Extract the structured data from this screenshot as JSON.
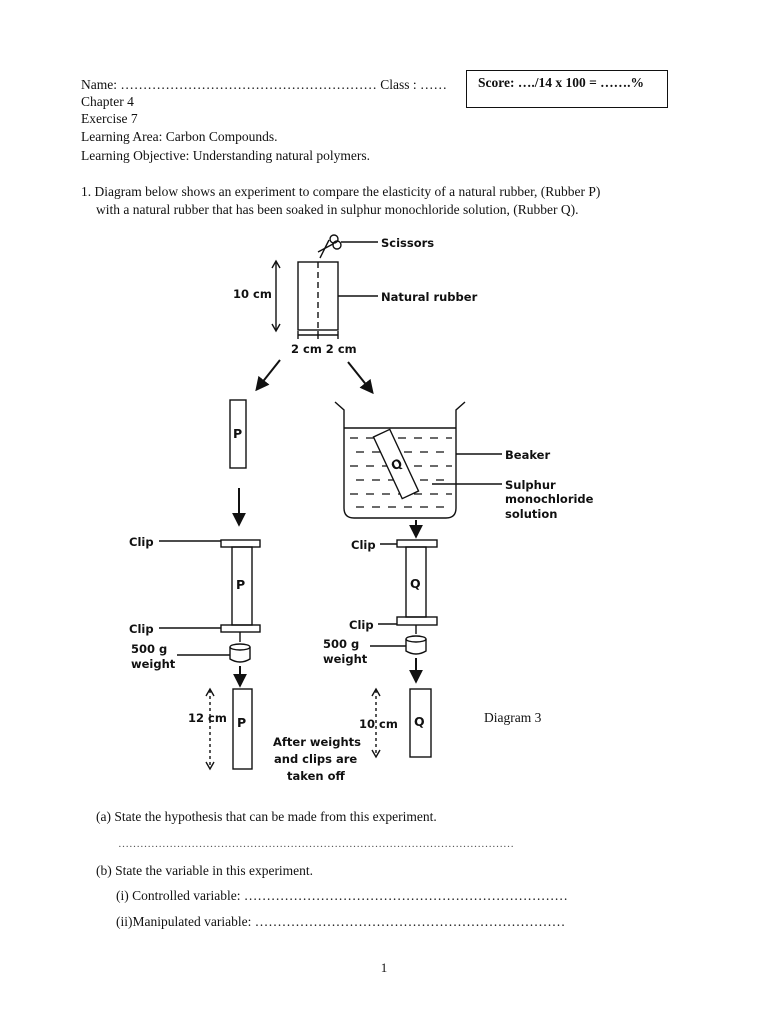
{
  "header": {
    "name_line": "Name: ………………………………………………… Class : ……",
    "score": "Score: …./14 x 100 = …….%",
    "chapter": "Chapter 4",
    "exercise": "Exercise 7",
    "learning_area": "Learning Area: Carbon Compounds.",
    "learning_objective": "Learning Objective:  Understanding natural polymers."
  },
  "question": {
    "line1": "1. Diagram below shows an experiment to compare the elasticity of a natural rubber, (Rubber P)",
    "line2": "with a natural rubber that has been soaked in sulphur monochloride solution, (Rubber Q)."
  },
  "diagram": {
    "scissors": "Scissors",
    "natural_rubber": "Natural rubber",
    "height": "10 cm",
    "widths": "2 cm 2 cm",
    "beaker": "Beaker",
    "solution_1": "Sulphur",
    "solution_2": "monochloride",
    "solution_3": "solution",
    "rubber_p": "P",
    "rubber_q": "Q",
    "clip": "Clip",
    "weight_1": "500 g",
    "weight_2": "weight",
    "p_length": "12 cm",
    "q_length": "10 cm",
    "note_1": "After weights",
    "note_2": "and clips are",
    "note_3": "taken off",
    "caption": "Diagram 3"
  },
  "parts": {
    "a": "(a) State the hypothesis that can be made from this experiment.",
    "a_line": "………………………………………………………………………………………………",
    "b": "(b) State the variable in this experiment.",
    "b_i": "(i) Controlled variable: ………………………………………………………………",
    "b_ii": "(ii)Manipulated variable: ……………………………………………………………"
  },
  "page_number": "1"
}
